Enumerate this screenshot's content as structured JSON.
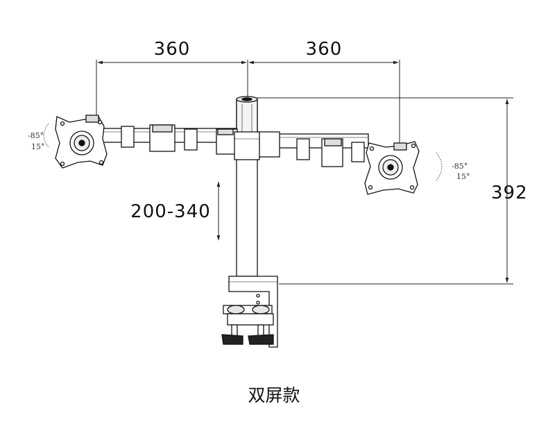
{
  "dimensions": {
    "left_arm": "360",
    "right_arm": "360",
    "height_adjust": "200-340",
    "total_height": "392"
  },
  "tilt": {
    "left_up": "-85°",
    "left_down": "15°",
    "right_up": "-85°",
    "right_down": "15°"
  },
  "caption": "双屏款"
}
